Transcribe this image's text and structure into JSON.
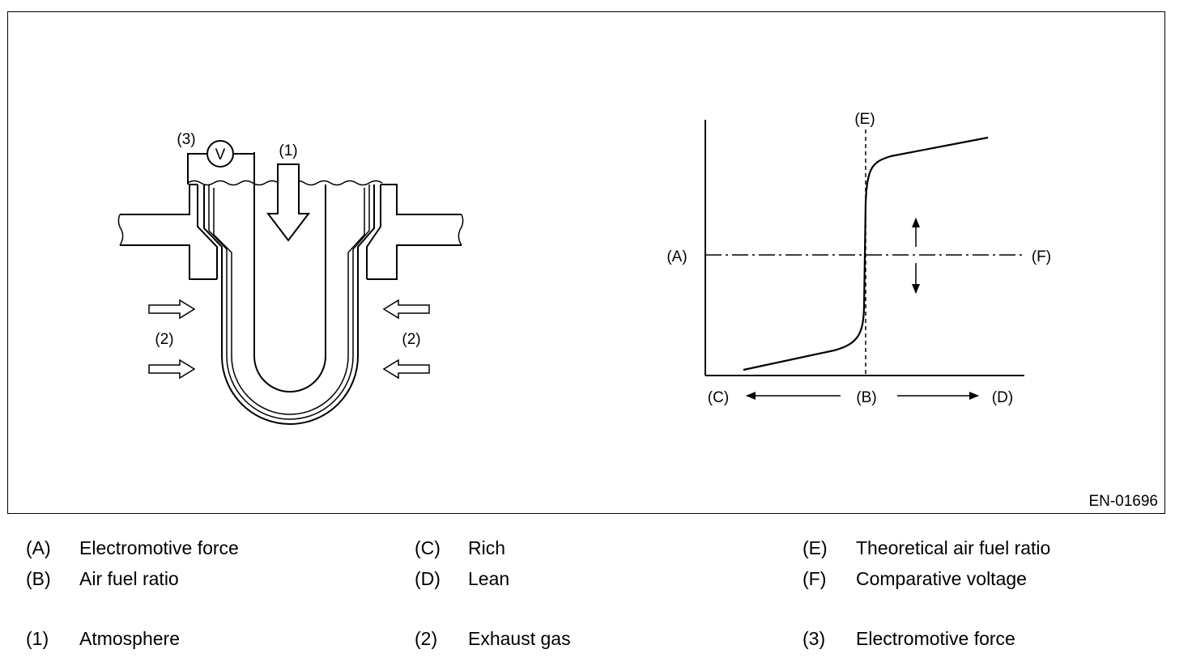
{
  "figure_code": "EN-01696",
  "sensor": {
    "callout_atmosphere": "(1)",
    "callout_exhaust_left": "(2)",
    "callout_exhaust_right": "(2)",
    "callout_emf": "(3)",
    "voltmeter_symbol": "V"
  },
  "graph": {
    "label_emf_axis": "(A)",
    "label_ratio_axis": "(B)",
    "label_rich": "(C)",
    "label_lean": "(D)",
    "label_theoretical": "(E)",
    "label_comparative": "(F)"
  },
  "legend": [
    [
      {
        "key": "(A)",
        "text": "Electromotive force"
      },
      {
        "key": "(C)",
        "text": "Rich"
      },
      {
        "key": "(E)",
        "text": "Theoretical air fuel ratio"
      }
    ],
    [
      {
        "key": "(B)",
        "text": "Air fuel ratio"
      },
      {
        "key": "(D)",
        "text": "Lean"
      },
      {
        "key": "(F)",
        "text": "Comparative voltage"
      }
    ],
    [
      {
        "key": "(1)",
        "text": "Atmosphere"
      },
      {
        "key": "(2)",
        "text": "Exhaust gas"
      },
      {
        "key": "(3)",
        "text": "Electromotive force"
      }
    ]
  ]
}
